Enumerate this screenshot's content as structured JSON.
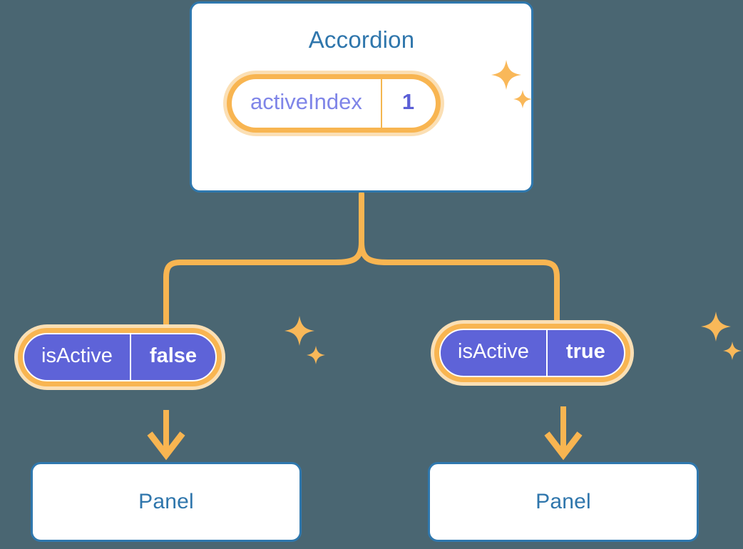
{
  "diagram": {
    "type": "component-state-tree",
    "background_color": "#4a6672",
    "root": {
      "title": "Accordion",
      "badge": {
        "key": "activeIndex",
        "value": "1",
        "style": "light",
        "key_color": "#7f85e8",
        "value_color": "#5b5fd6"
      },
      "title_color": "#2f76ac",
      "border_color": "#2f78ae"
    },
    "children": [
      {
        "badge": {
          "key": "isActive",
          "value": "false",
          "style": "solid",
          "fill_color": "#5e63d8",
          "text_color": "#ffffff"
        },
        "panel": {
          "title": "Panel"
        }
      },
      {
        "badge": {
          "key": "isActive",
          "value": "true",
          "style": "solid",
          "fill_color": "#5e63d8",
          "text_color": "#ffffff"
        },
        "panel": {
          "title": "Panel"
        }
      }
    ],
    "connector_color": "#f8b551",
    "sparkle_color": "#f9b859",
    "sparkle_icons": [
      "sparkle-large",
      "sparkle-small"
    ]
  }
}
